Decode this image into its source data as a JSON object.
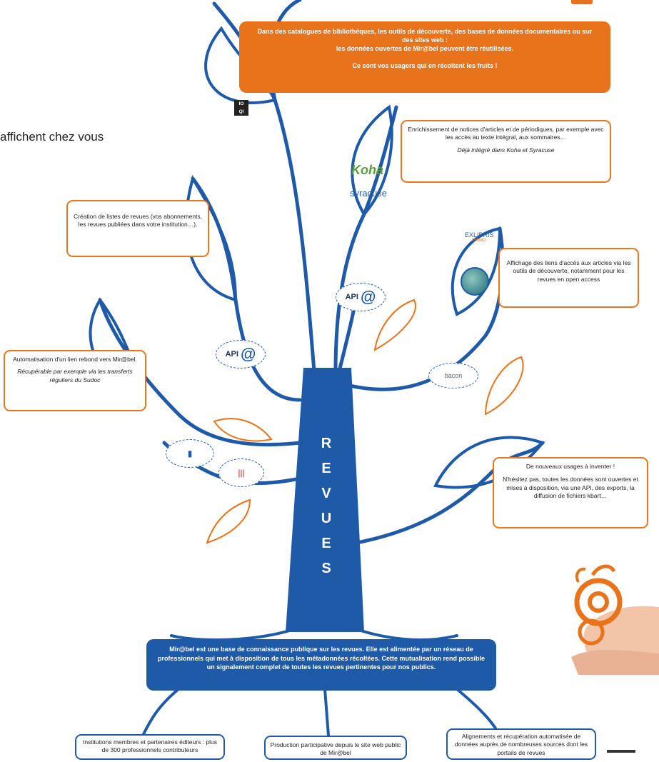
{
  "side_title": "affichent chez vous",
  "banner_top": {
    "line1": "Dans des catalogues de bibliothèques, les outils de découverte, des bases de données documentaires ou sur des sites web :",
    "line2": "les données ouvertes de Mir@bel peuvent être réutilisées.",
    "line3": "Ce sont vos usagers qui en récoltent les fruits !"
  },
  "banner_bottom": "Mir@bel est une base de connaissance publique sur les revues. Elle est alimentée par un réseau de professionnels qui met à disposition de tous les métadonnées récoltées. Cette mutualisation rend possible un signalement complet de toutes les revues pertinentes pour nos publics.",
  "trunk_letters": [
    "R",
    "E",
    "V",
    "U",
    "E",
    "S"
  ],
  "boxes": {
    "enrichissement": {
      "text": "Enrichissement de notices d'articles et de périodiques, par exemple avec les accès au texte intégral, aux sommaires…",
      "italic": "Déjà intégré dans Koha et Syracuse"
    },
    "creation": {
      "text": "Création de listes de revues (vos abonnements, les revues publiées dans votre institution…)."
    },
    "affichage": {
      "text": "Affichage des liens d'accès aux articles via les outils de découverte, notamment pour les revues en open access"
    },
    "automatisation": {
      "text": "Automatisation d'un lien rebond vers Mir@bel.",
      "italic": "Récupérable par exemple via les transferts réguliers du Sudoc"
    },
    "nouveaux": {
      "title": "De nouveaux usages à inventer !",
      "text": "N'hésitez pas, toutes les données sont ouvertes et mises à disposition, via une API, des exports, la diffusion de fichiers kbart…"
    },
    "institutions": {
      "text": "Institutions membres et partenaires éditeurs : plus de 300 professionnels contributeurs"
    },
    "production": {
      "text": "Production participative depuis le site web public de Mir@bel"
    },
    "alignements": {
      "text": "Alignements et récupération automatisée de données auprès de nombreuses sources dont les portails de revues"
    }
  },
  "badges": {
    "api_label": "API",
    "at_symbol": "@",
    "bacon": "bacon",
    "koha": "Koha",
    "syracuse": "syracuse",
    "exlibris": "EXLIBRIS",
    "exlibris_sub": "PRIMO",
    "ioqi_top": "IO",
    "ioqi_bottom": "QI"
  },
  "colors": {
    "blue": "#1e5aa8",
    "orange": "#e8731a"
  }
}
